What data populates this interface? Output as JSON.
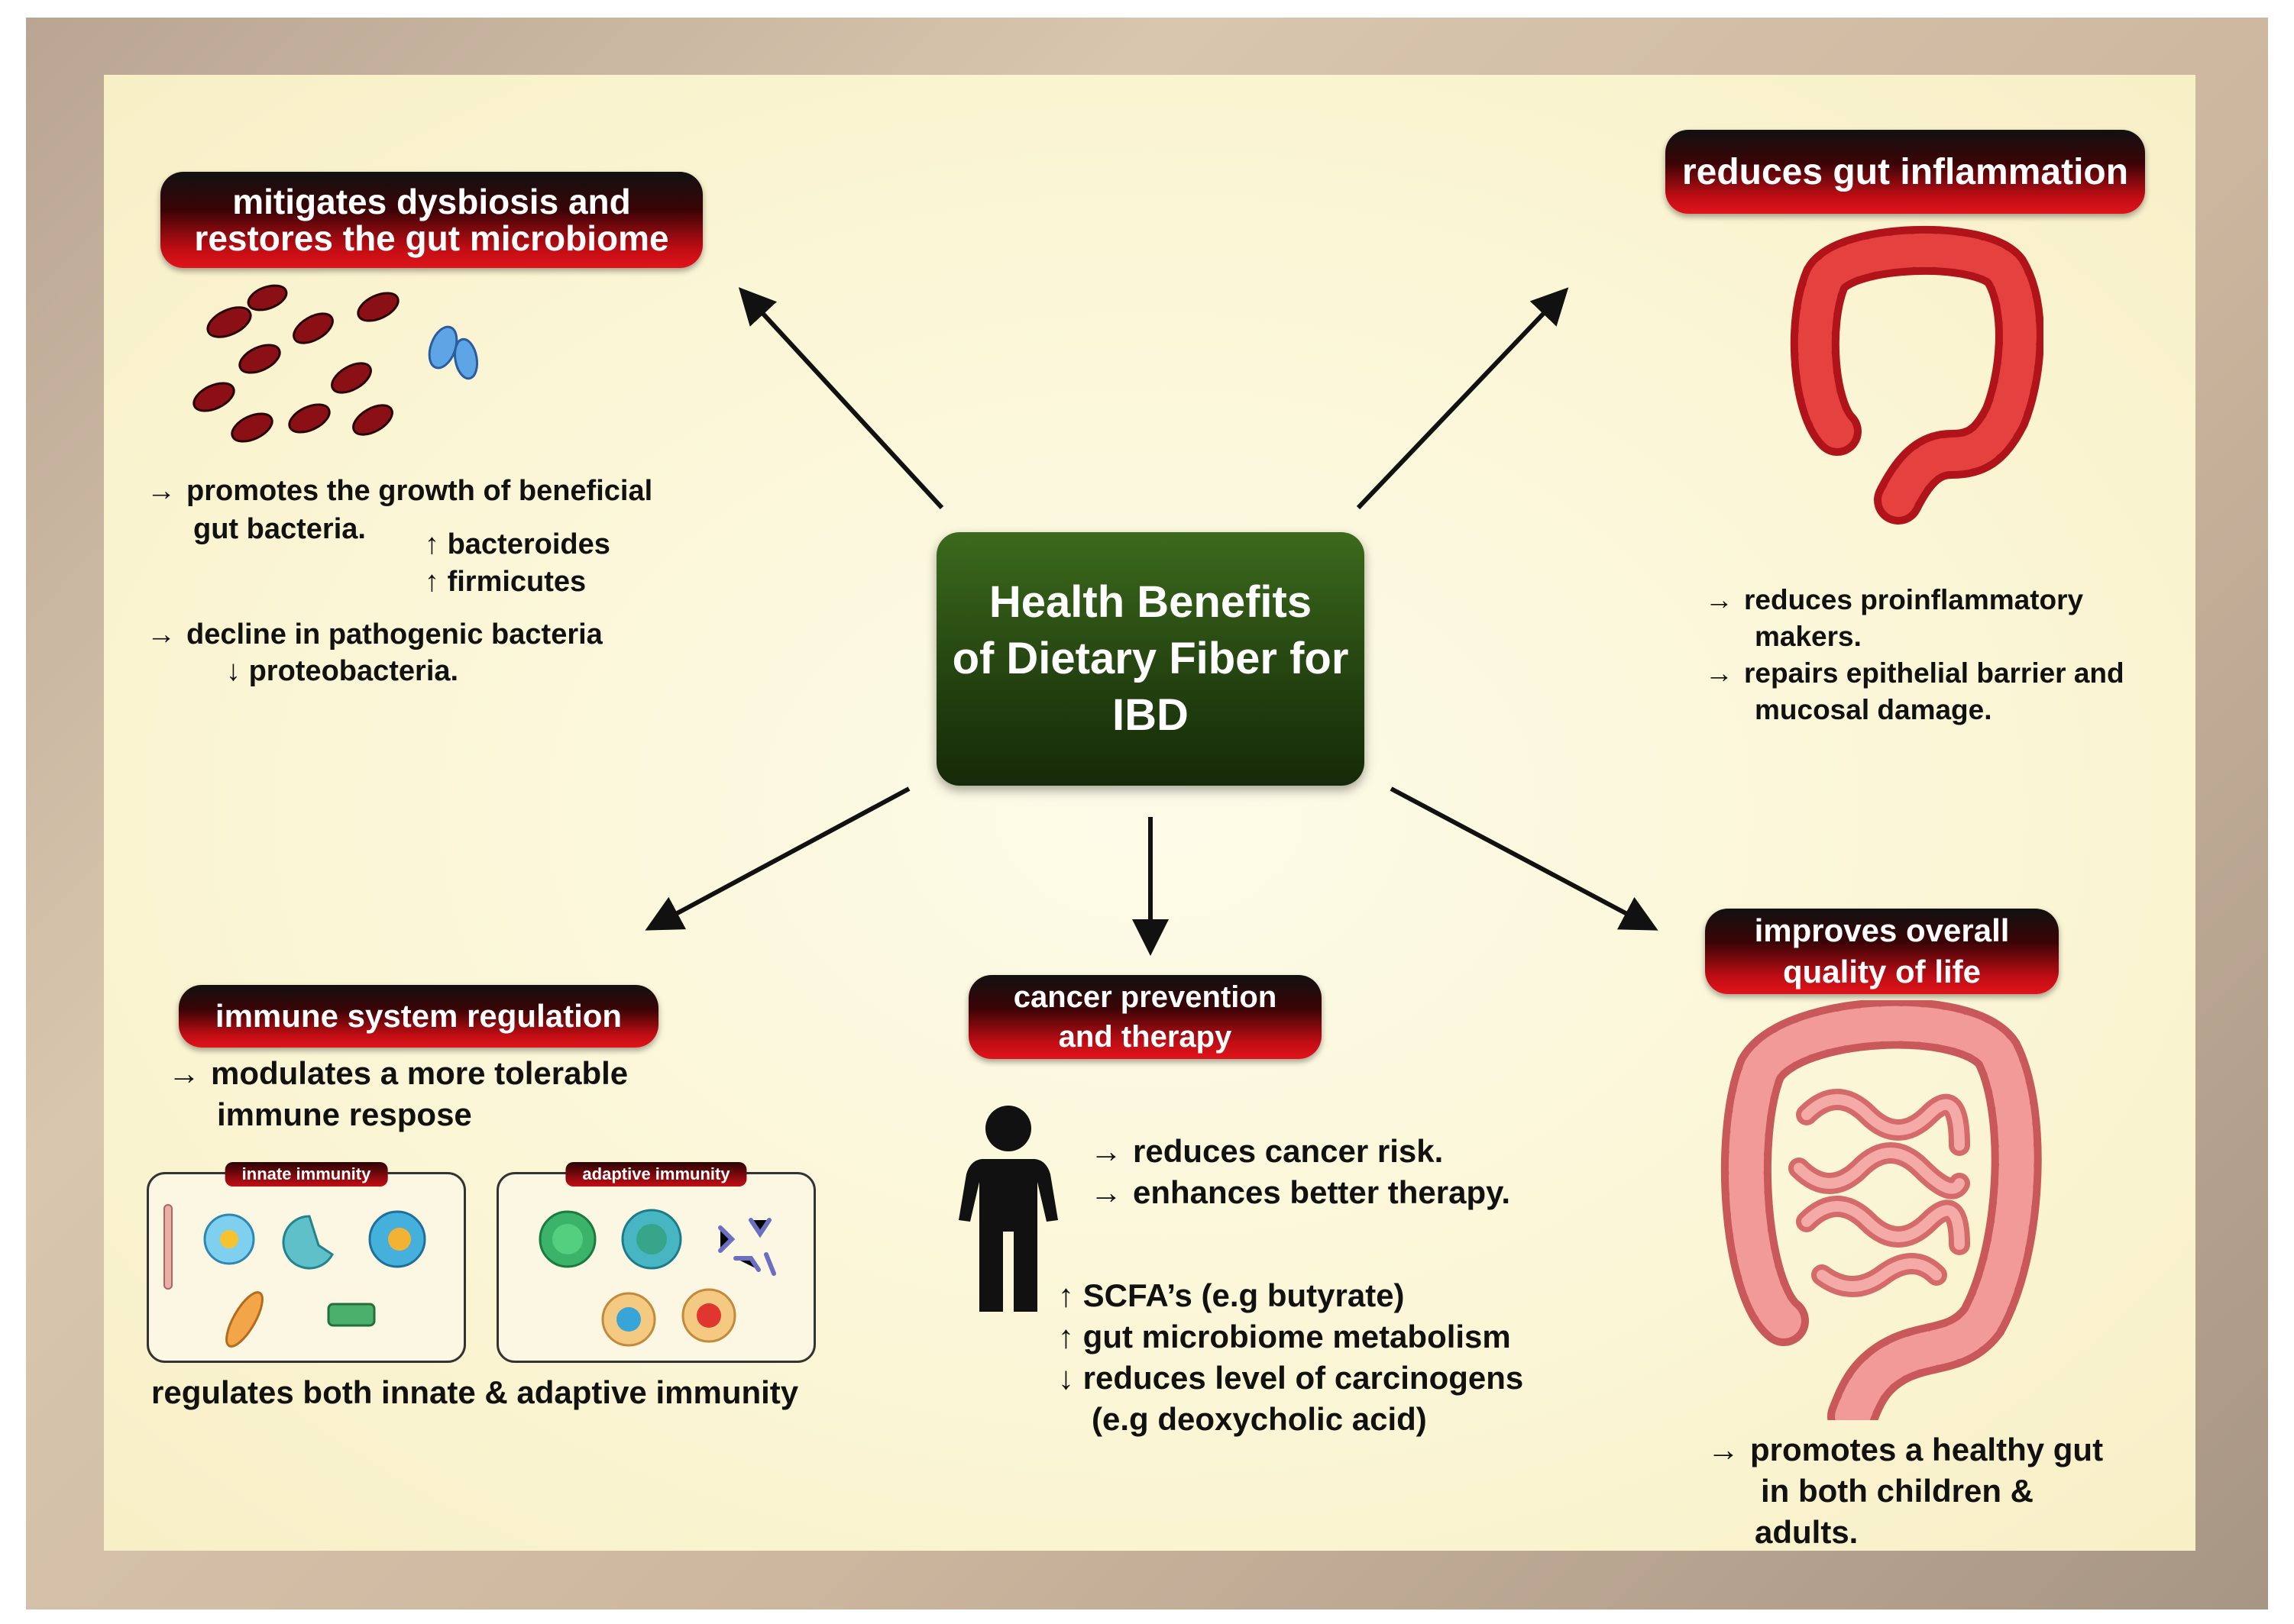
{
  "center": {
    "title": "Health Benefits\nof Dietary Fiber for\nIBD"
  },
  "dysbiosis": {
    "banner": "mitigates dysbiosis and\nrestores the gut microbiome",
    "line1": "promotes the growth of beneficial",
    "line2": "gut bacteria.",
    "up1": "bacteroides",
    "up2": "firmicutes",
    "line3": "decline in pathogenic bacteria",
    "down1": "proteobacteria."
  },
  "inflammation": {
    "banner": "reduces gut inflammation",
    "line1": "reduces proinflammatory",
    "line2": "makers.",
    "line3": "repairs epithelial barrier and",
    "line4": "mucosal damage."
  },
  "immune": {
    "banner": "immune system regulation",
    "line1": "modulates a more tolerable",
    "line2": "immune respose",
    "innate_label": "innate immunity",
    "adaptive_label": "adaptive immunity",
    "footer": "regulates both innate & adaptive immunity"
  },
  "cancer": {
    "banner": "cancer prevention\nand therapy",
    "line1": "reduces cancer risk.",
    "line2": "enhances better therapy.",
    "up1": "SCFA’s (e.g butyrate)",
    "up2": "gut microbiome metabolism",
    "down1": "reduces level of carcinogens",
    "down2": "(e.g deoxycholic acid)"
  },
  "quality": {
    "banner": "improves overall\nquality of life",
    "line1": "promotes a healthy gut",
    "line2": "in both children &",
    "line3": "adults."
  },
  "colors": {
    "banner_red": "#c00d14",
    "center_green": "#2c5314"
  }
}
